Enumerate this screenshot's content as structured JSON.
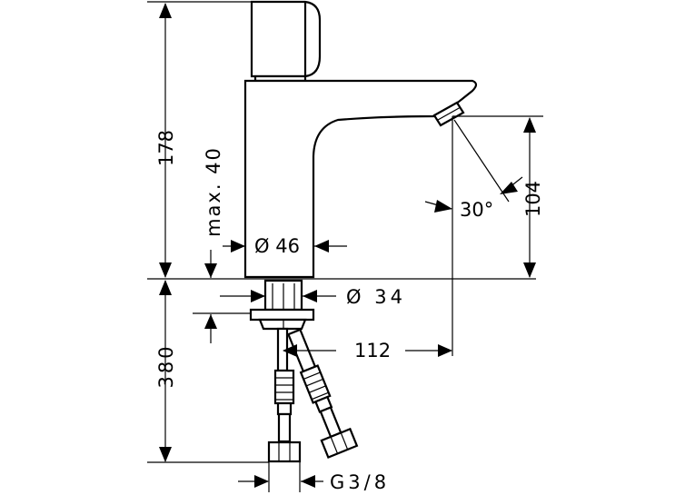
{
  "dimensions": {
    "overall_height": "178",
    "max_depth": "max. 40",
    "body_diameter": "Ø 46",
    "spout_height": "104",
    "spray_angle": "30°",
    "shank_diameter": "Ø 34",
    "projection": "112",
    "hose_length": "380",
    "connection_thread": "G3/8"
  }
}
